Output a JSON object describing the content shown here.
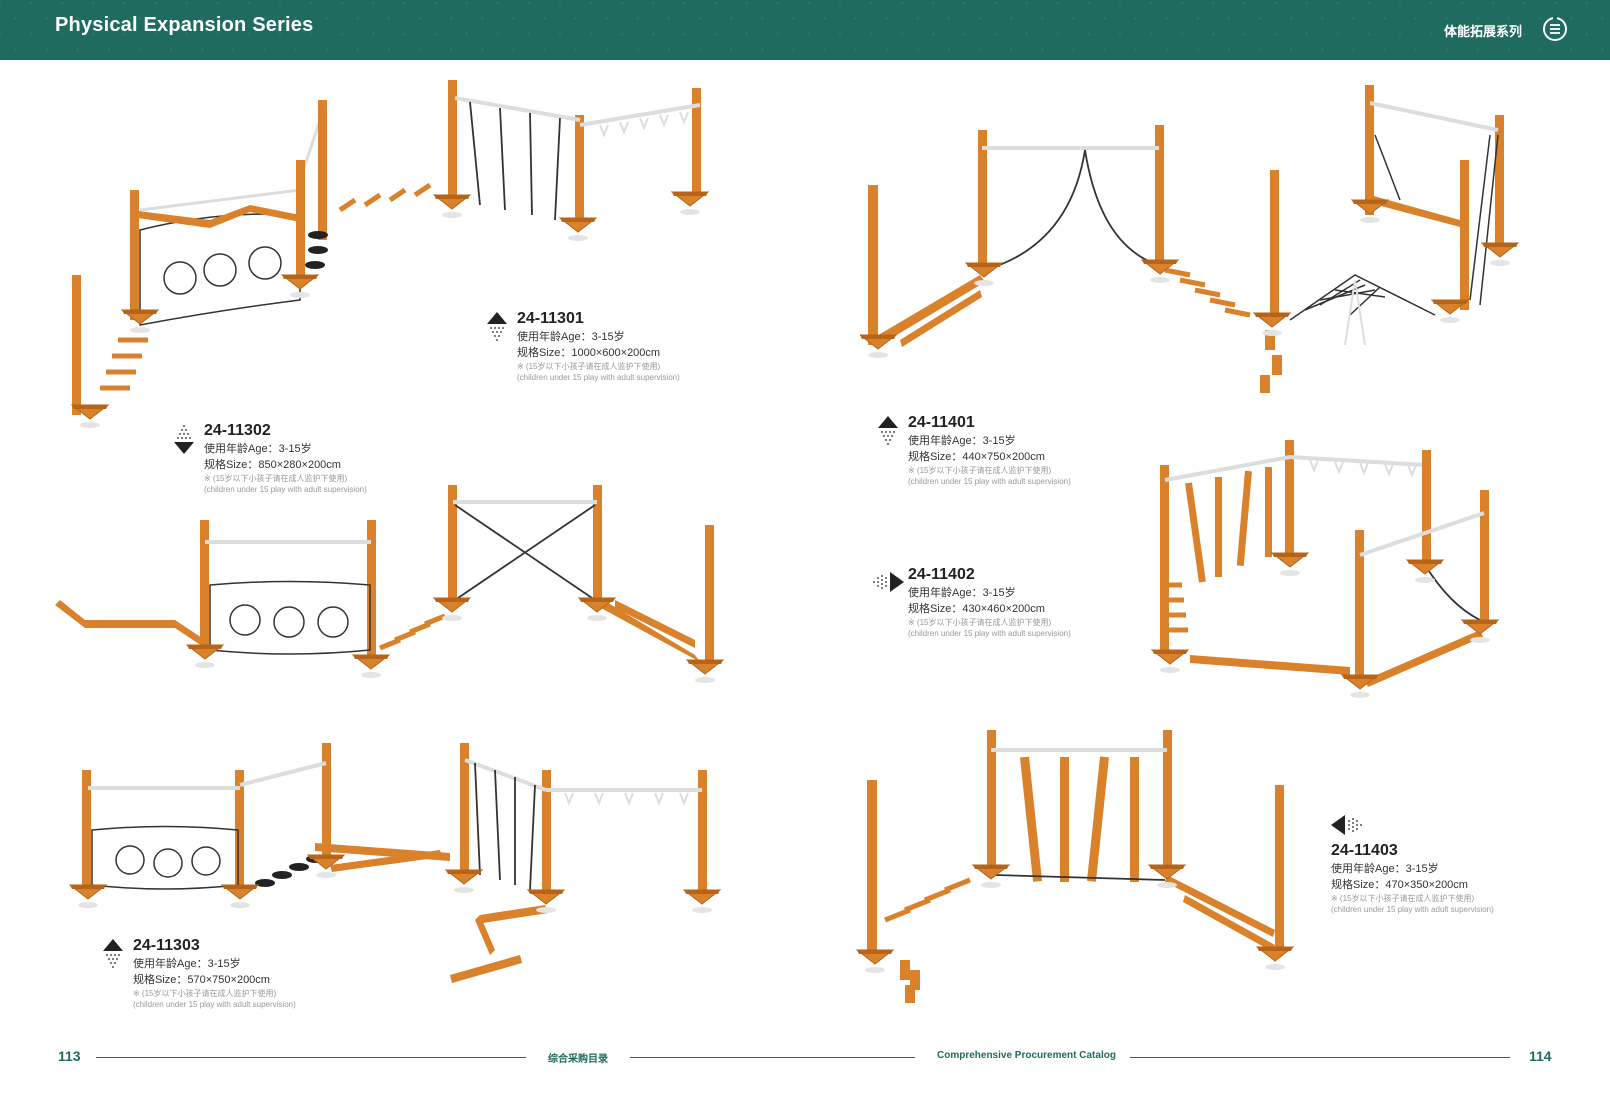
{
  "header": {
    "title": "Physical Expansion Series",
    "title_cn": "体能拓展系列",
    "icon": "list-circle-icon",
    "bg_color": "#1f6b60"
  },
  "products": [
    {
      "code": "24-11301",
      "age": "使用年龄Age：3-15岁",
      "size": "规格Size：1000×600×200cm",
      "note_cn": "※ (15岁以下小孩子请在成人监护下使用)",
      "note_en": "(children under 15 play with adult supervision)",
      "arrow": "up"
    },
    {
      "code": "24-11302",
      "age": "使用年龄Age：3-15岁",
      "size": "规格Size：850×280×200cm",
      "note_cn": "※ (15岁以下小孩子请在成人监护下使用)",
      "note_en": "(children under 15 play with adult supervision)",
      "arrow": "down"
    },
    {
      "code": "24-11303",
      "age": "使用年龄Age：3-15岁",
      "size": "规格Size：570×750×200cm",
      "note_cn": "※ (15岁以下小孩子请在成人监护下使用)",
      "note_en": "(children under 15 play with adult supervision)",
      "arrow": "up"
    },
    {
      "code": "24-11401",
      "age": "使用年龄Age：3-15岁",
      "size": "规格Size：440×750×200cm",
      "note_cn": "※ (15岁以下小孩子请在成人监护下使用)",
      "note_en": "(children under 15 play with adult supervision)",
      "arrow": "up"
    },
    {
      "code": "24-11402",
      "age": "使用年龄Age：3-15岁",
      "size": "规格Size：430×460×200cm",
      "note_cn": "※ (15岁以下小孩子请在成人监护下使用)",
      "note_en": "(children under 15 play with adult supervision)",
      "arrow": "right"
    },
    {
      "code": "24-11403",
      "age": "使用年龄Age：3-15岁",
      "size": "规格Size：470×350×200cm",
      "note_cn": "※ (15岁以下小孩子请在成人监护下使用)",
      "note_en": "(children under 15 play with adult supervision)",
      "arrow": "left"
    }
  ],
  "footer": {
    "page_left": "113",
    "page_right": "114",
    "label_cn": "综合采购目录",
    "label_en": "Comprehensive Procurement Catalog"
  },
  "colors": {
    "wood": "#d9822b",
    "wood_dark": "#b86418",
    "rope": "#333333",
    "bar": "#dddddd"
  }
}
